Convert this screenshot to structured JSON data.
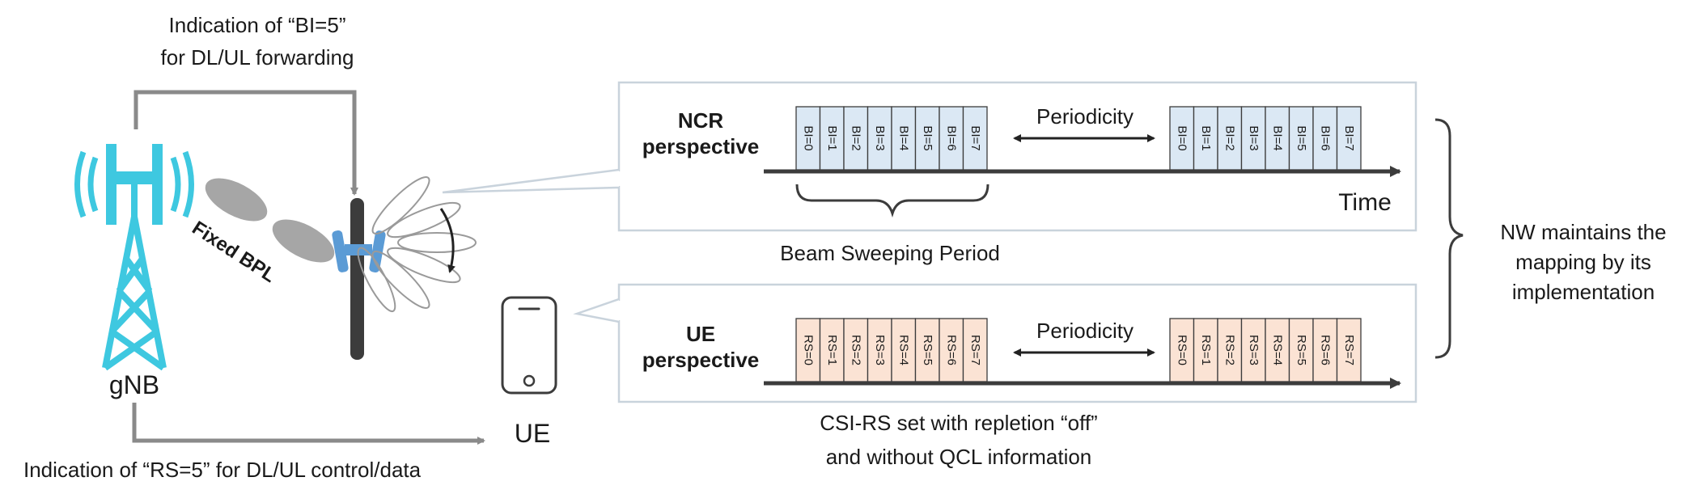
{
  "top_annotation": {
    "line1": "Indication of “BI=5”",
    "line2": "for DL/UL forwarding"
  },
  "bottom_annotation": "Indication of “RS=5” for DL/UL control/data",
  "gnb_label": "gNB",
  "ue_label": "UE",
  "fixed_bpl_label": "Fixed BPL",
  "ncr_panel": {
    "title_line1": "NCR",
    "title_line2": "perspective",
    "periodicity_label": "Periodicity",
    "time_label": "Time",
    "cells": [
      "BI=0",
      "BI=1",
      "BI=2",
      "BI=3",
      "BI=4",
      "BI=5",
      "BI=6",
      "BI=7"
    ],
    "cell_color": "#dbe8f4"
  },
  "beam_sweeping_label": "Beam Sweeping Period",
  "ue_panel": {
    "title_line1": "UE",
    "title_line2": "perspective",
    "periodicity_label": "Periodicity",
    "cells": [
      "RS=0",
      "RS=1",
      "RS=2",
      "RS=3",
      "RS=4",
      "RS=5",
      "RS=6",
      "RS=7"
    ],
    "cell_color": "#fbe3d4"
  },
  "csi_note": {
    "line1": "CSI-RS set with repletion “off”",
    "line2": "and without QCL information"
  },
  "nw_note": {
    "line1": "NW maintains the",
    "line2": "mapping by its",
    "line3": "implementation"
  },
  "colors": {
    "cyan": "#3ec8e0",
    "blue": "#5b9bd5",
    "dark": "#3c3c3c",
    "gray_arrow": "#8a8a8a",
    "panel_border": "#c9d3dc"
  }
}
